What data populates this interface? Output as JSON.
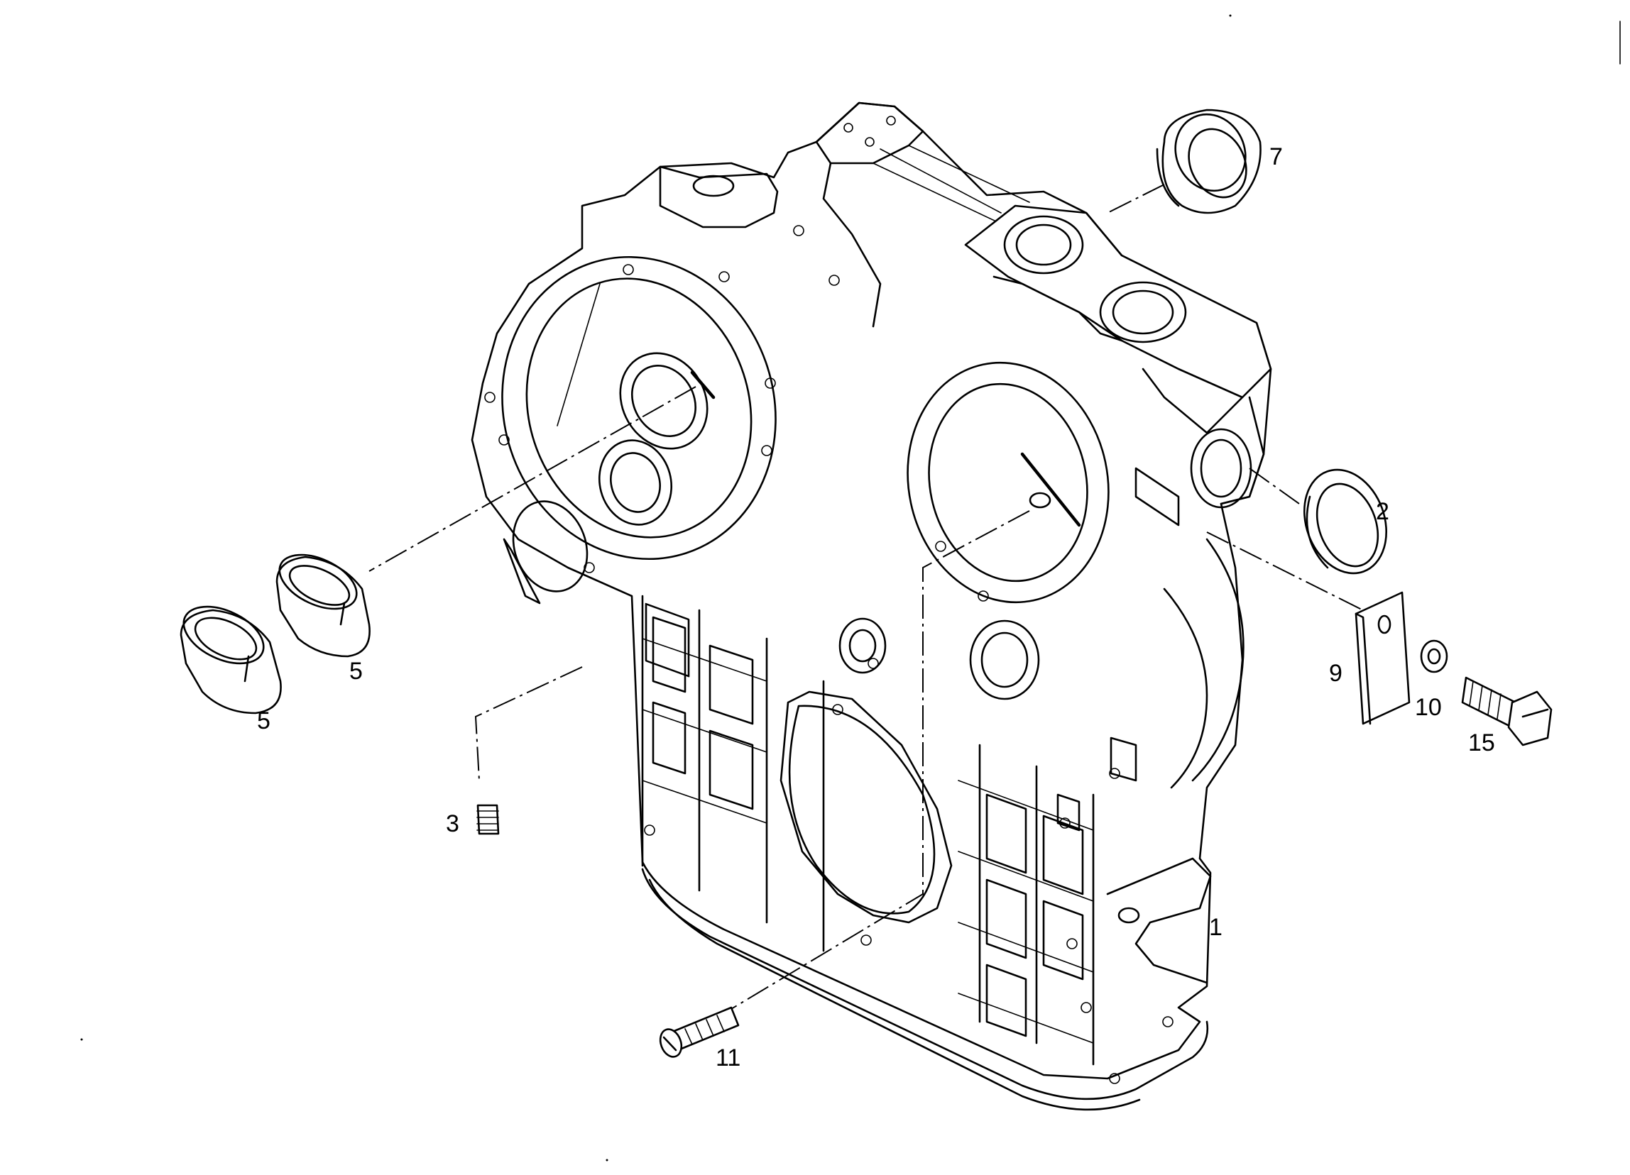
{
  "callouts": {
    "c1": "1",
    "c2": "2",
    "c3": "3",
    "c5a": "5",
    "c5b": "5",
    "c7": "7",
    "c9": "9",
    "c10": "10",
    "c11": "11",
    "c15": "15"
  },
  "colors": {
    "ink": "#000000",
    "paper": "#ffffff"
  }
}
